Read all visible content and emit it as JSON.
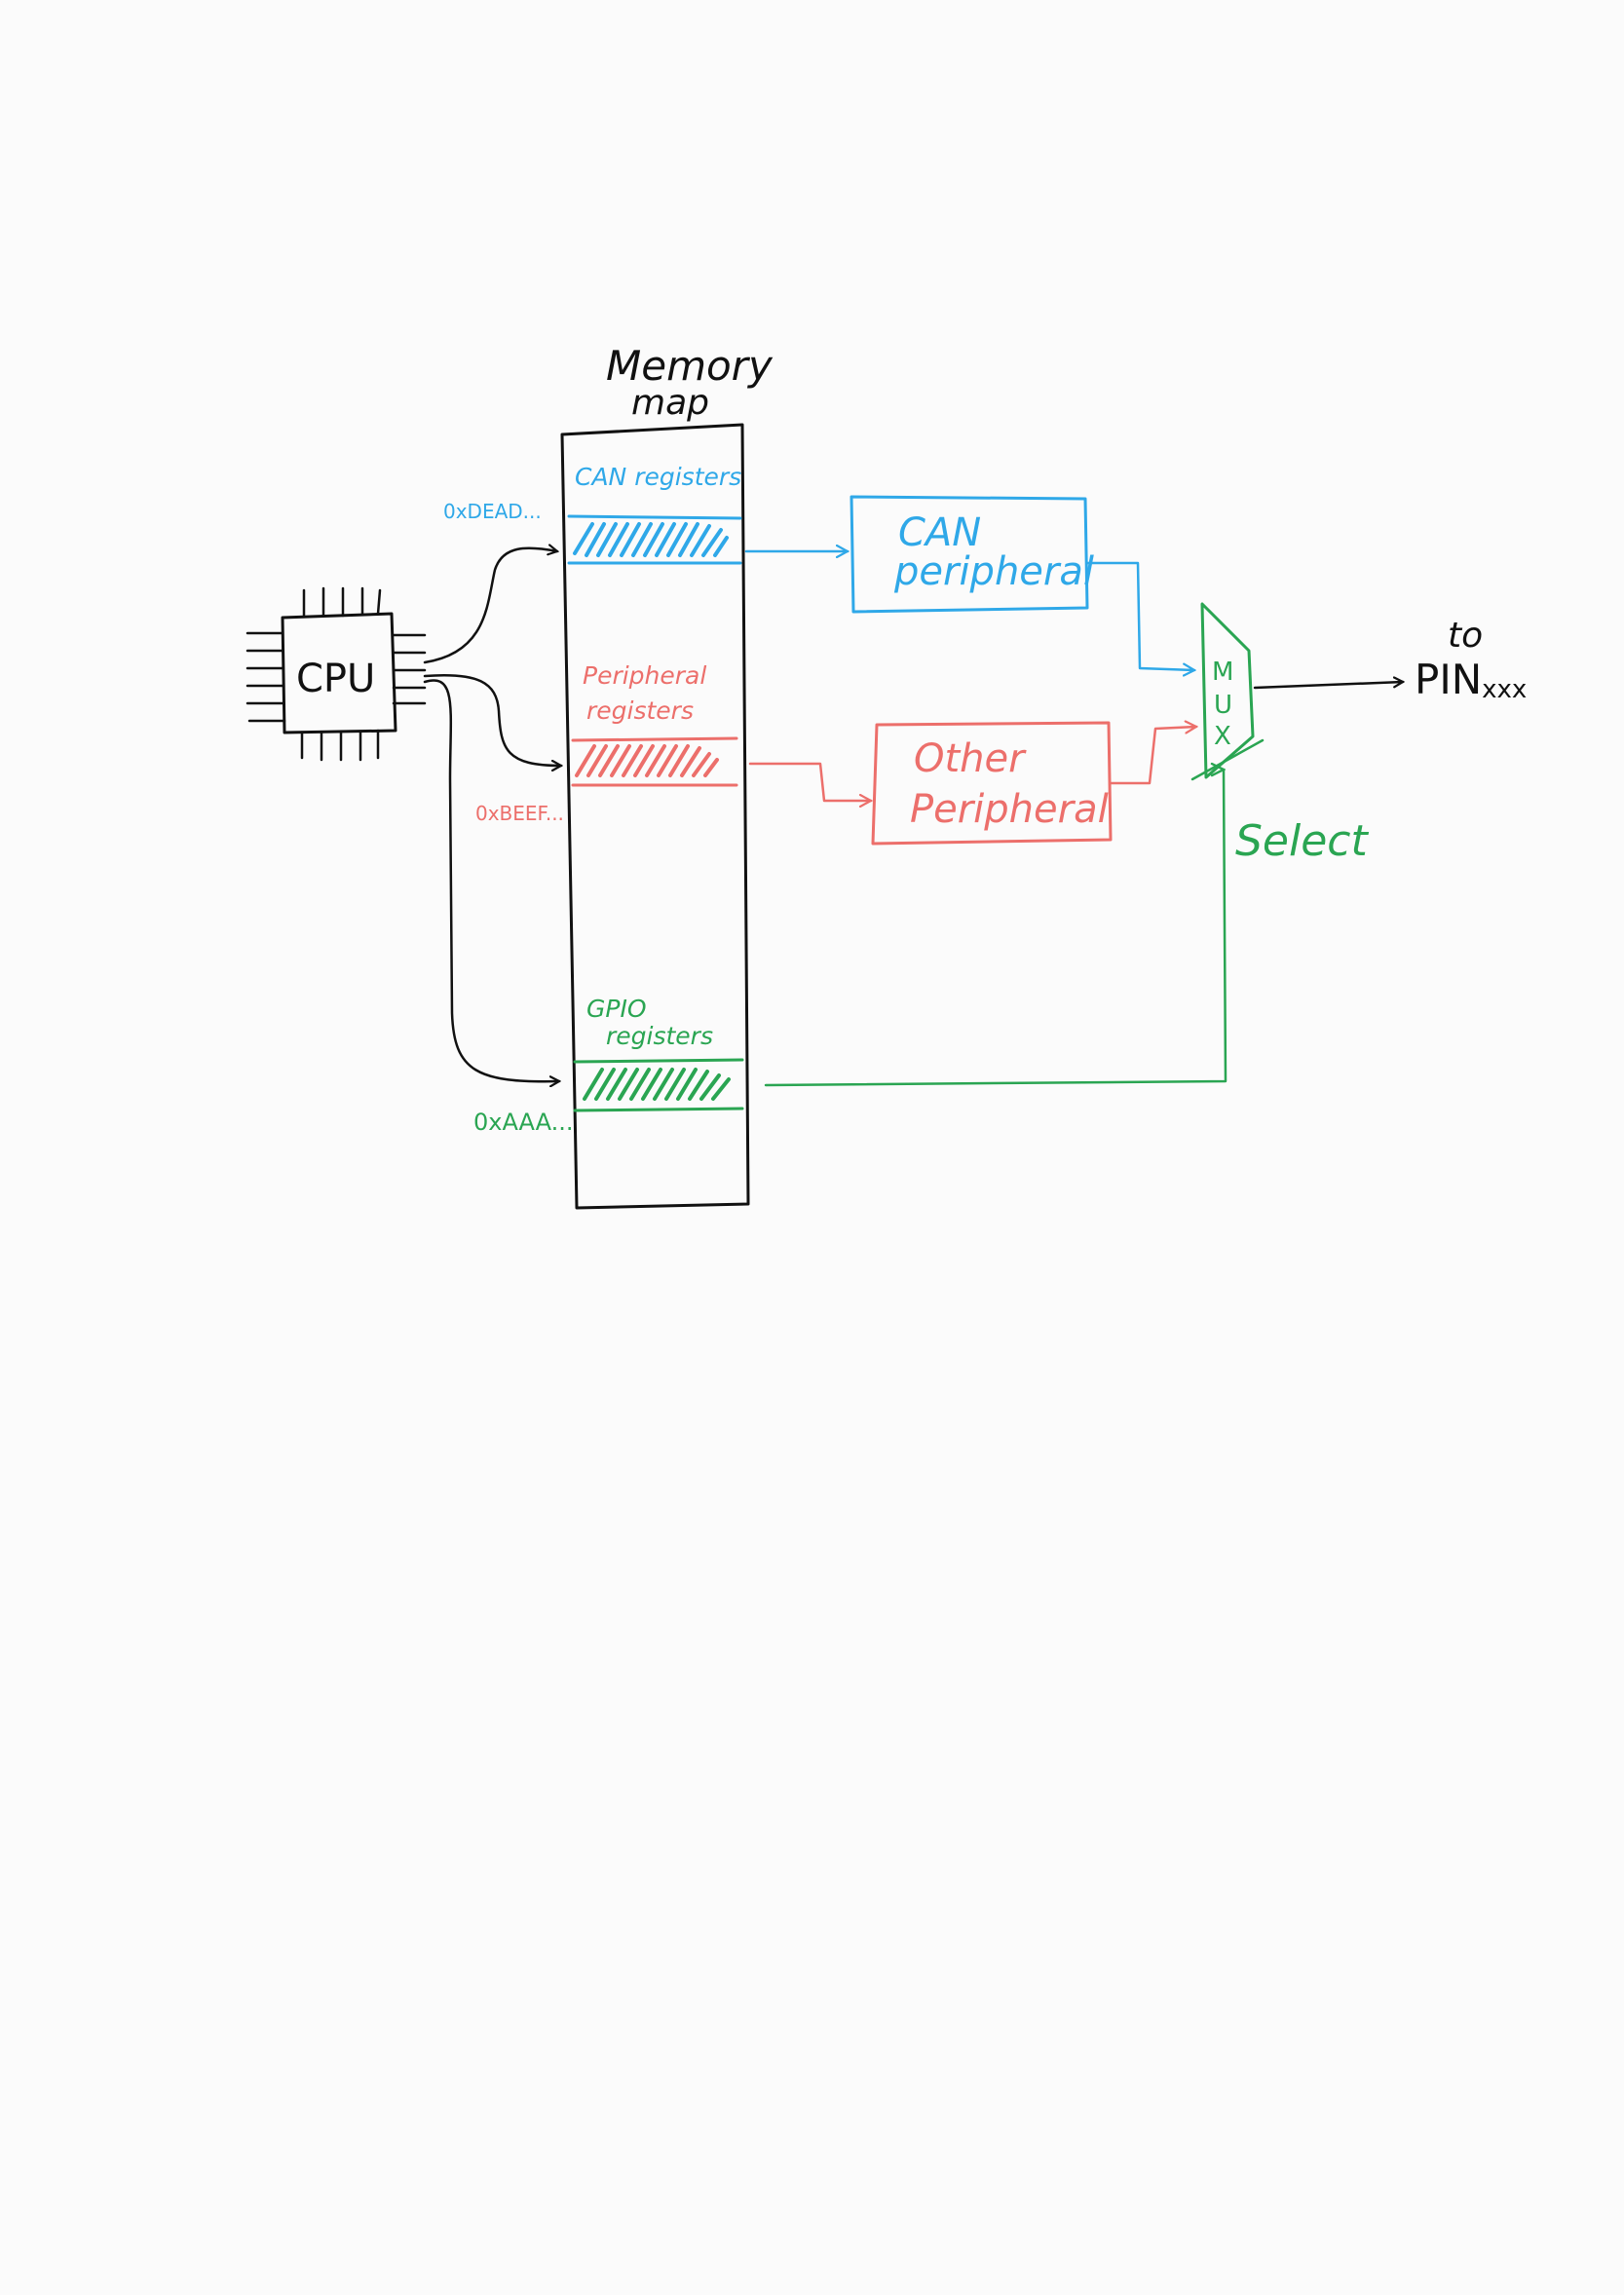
{
  "colors": {
    "black": "#111111",
    "blue": "#2fa8e8",
    "red": "#ec6f6b",
    "green": "#2aa552",
    "paper": "#fbfbfb"
  },
  "memory_map": {
    "title_line1": "Memory",
    "title_line2": "map",
    "regions": [
      {
        "id": "can",
        "label_line1": "CAN registers",
        "label_line2": "",
        "address": "0xDEAD..."
      },
      {
        "id": "periph",
        "label_line1": "Peripheral",
        "label_line2": "registers",
        "address": "0xBEEF..."
      },
      {
        "id": "gpio",
        "label_line1": "GPIO",
        "label_line2": "registers",
        "address": "0xAAA..."
      }
    ]
  },
  "cpu": {
    "label": "CPU"
  },
  "can_peripheral": {
    "line1": "CAN",
    "line2": "peripheral"
  },
  "other_peripheral": {
    "line1": "Other",
    "line2": "Peripheral"
  },
  "mux": {
    "letters": [
      "M",
      "U",
      "X"
    ]
  },
  "select_label": "Select",
  "output": {
    "line1": "to",
    "pin": "PIN",
    "pin_sub": "xxx"
  }
}
